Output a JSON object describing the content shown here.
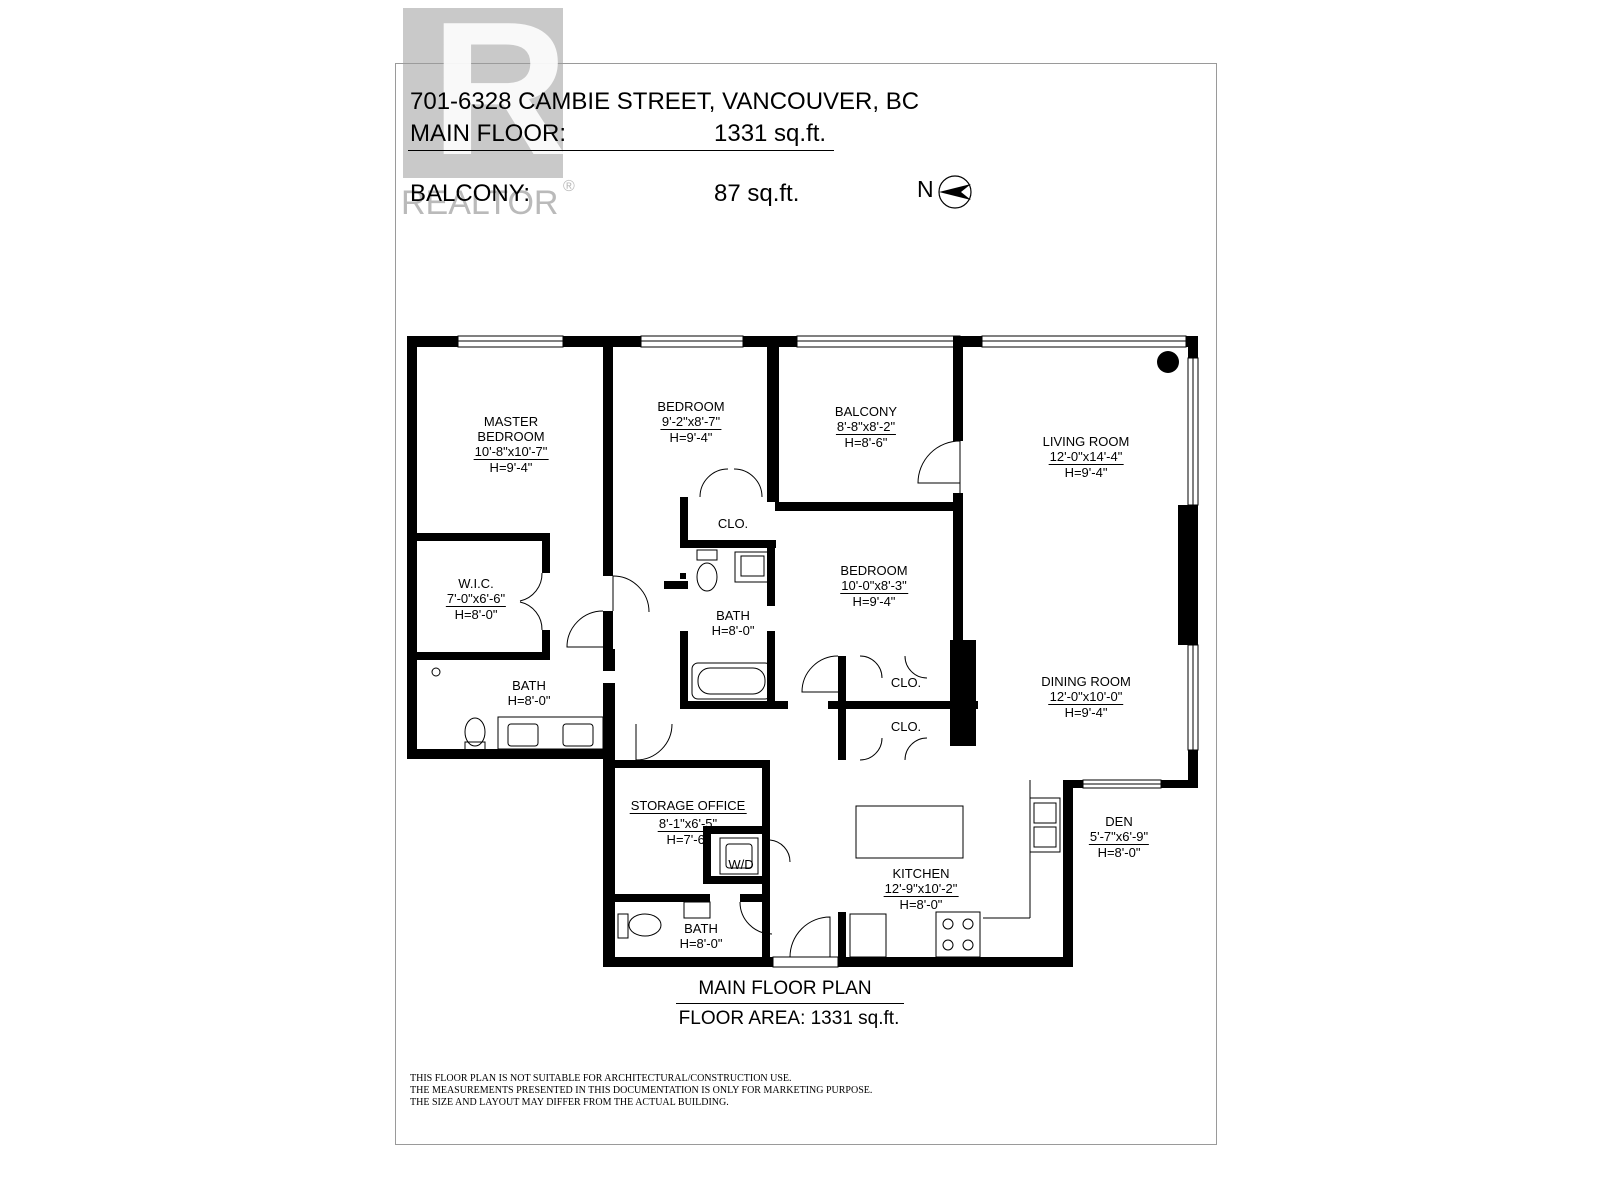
{
  "watermark": {
    "letter": "R",
    "text": "REALTOR",
    "reg_mark": "®"
  },
  "header": {
    "address": "701-6328 CAMBIE STREET, VANCOUVER, BC",
    "main_floor_label": "MAIN FLOOR:",
    "main_floor_value": "1331 sq.ft.",
    "balcony_label": "BALCONY:",
    "balcony_value": "87 sq.ft."
  },
  "compass": {
    "letter": "N"
  },
  "rooms": {
    "master_bedroom": {
      "name_1": "MASTER",
      "name_2": "BEDROOM",
      "dims": "10'-8\"x10'-7\"",
      "height": "H=9'-4\""
    },
    "bedroom_1": {
      "name": "BEDROOM",
      "dims": "9'-2\"x8'-7\"",
      "height": "H=9'-4\""
    },
    "balcony": {
      "name": "BALCONY",
      "dims": "8'-8\"x8'-2\"",
      "height": "H=8'-6\""
    },
    "living_room": {
      "name": "LIVING ROOM",
      "dims": "12'-0\"x14'-4\"",
      "height": "H=9'-4\""
    },
    "closet_1": {
      "name": "CLO."
    },
    "wic": {
      "name": "W.I.C.",
      "dims": "7'-0\"x6'-6\"",
      "height": "H=8'-0\""
    },
    "bath_center": {
      "name": "BATH",
      "height": "H=8'-0\""
    },
    "bedroom_2": {
      "name": "BEDROOM",
      "dims": "10'-0\"x8'-3\"",
      "height": "H=9'-4\""
    },
    "bath_master": {
      "name": "BATH",
      "height": "H=8'-0\""
    },
    "closet_2": {
      "name": "CLO."
    },
    "closet_3": {
      "name": "CLO."
    },
    "dining_room": {
      "name": "DINING ROOM",
      "dims": "12'-0\"x10'-0\"",
      "height": "H=9'-4\""
    },
    "storage_office": {
      "name": "STORAGE OFFICE",
      "dims": "8'-1\"x6'-5\"",
      "height": "H=7'-6\""
    },
    "wd": {
      "name": "W/D"
    },
    "den": {
      "name": "DEN",
      "dims": "5'-7\"x6'-9\"",
      "height": "H=8'-0\""
    },
    "kitchen": {
      "name": "KITCHEN",
      "dims": "12'-9\"x10'-2\"",
      "height": "H=8'-0\""
    },
    "bath_small": {
      "name": "BATH",
      "height": "H=8'-0\""
    }
  },
  "caption": {
    "title": "MAIN FLOOR PLAN",
    "area": "FLOOR AREA: 1331 sq.ft."
  },
  "disclaimer": {
    "line1": "THIS FLOOR PLAN IS NOT SUITABLE FOR ARCHITECTURAL/CONSTRUCTION USE.",
    "line2": "THE MEASUREMENTS PRESENTED IN THIS DOCUMENTATION IS ONLY FOR MARKETING PURPOSE.",
    "line3": "THE SIZE AND LAYOUT MAY DIFFER FROM THE ACTUAL BUILDING."
  }
}
